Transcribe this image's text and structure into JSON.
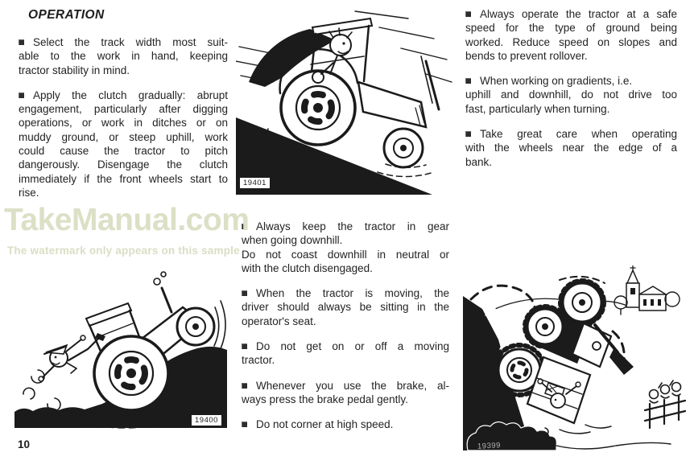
{
  "page": {
    "heading": "OPERATION",
    "page_number": "10"
  },
  "watermark": {
    "title": "TakeManual.com",
    "subtitle": "The watermark only appears on this sample",
    "color": "#dbe0c6"
  },
  "colors": {
    "paper": "#ffffff",
    "ink": "#232323",
    "illustration_black": "#1b1b1b",
    "figure_label_gray": "#b4b4b4"
  },
  "columns": {
    "left": {
      "paragraphs": [
        {
          "lines": [
            "Select the track width most suit-",
            "able to the work in hand, keeping",
            "tractor stability in mind."
          ]
        },
        {
          "lines": [
            "Apply the clutch gradually: abrupt",
            "engagement, particularly after digging",
            "operations, or work in ditches or on",
            "muddy ground, or steep uphill, work",
            "could cause the tractor to pitch",
            "dangerously. Disengage the clutch",
            "immediately if the front wheels start to",
            "rise."
          ]
        }
      ]
    },
    "center": {
      "paragraphs": [
        {
          "lines": [
            "Always keep the tractor in gear",
            "when going downhill.",
            "Do not coast downhill in neutral or",
            "with the clutch disengaged."
          ]
        },
        {
          "lines": [
            "When the tractor is moving, the",
            "driver should always be sitting in the",
            "operator's seat."
          ]
        },
        {
          "lines": [
            "Do not get on or off a moving",
            "tractor."
          ]
        },
        {
          "lines": [
            "Whenever you use the brake, al-",
            "ways press the brake pedal gently."
          ]
        },
        {
          "lines": [
            "Do not corner at high speed."
          ]
        }
      ]
    },
    "right": {
      "paragraphs": [
        {
          "lines": [
            "Always operate the tractor at a safe",
            "speed for the type of ground being",
            "worked. Reduce speed on slopes and",
            "bends to prevent rollover."
          ]
        },
        {
          "lines": [
            "When working on gradients, i.e.",
            "uphill and downhill, do not drive too",
            "fast, particularly when turning."
          ]
        },
        {
          "lines": [
            "Take great care when operating",
            "with the wheels near the edge of a",
            "bank."
          ]
        }
      ]
    }
  },
  "figures": [
    {
      "label": "19401"
    },
    {
      "label": "19400"
    },
    {
      "label": "19399"
    }
  ]
}
